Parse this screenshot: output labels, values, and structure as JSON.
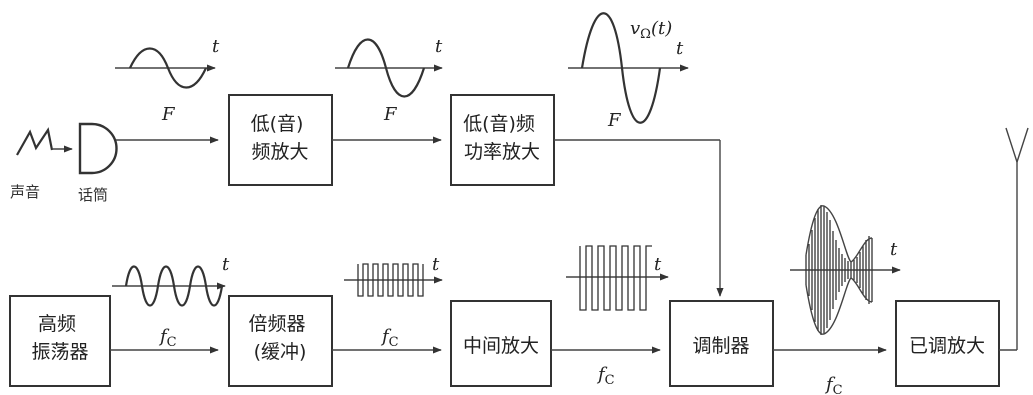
{
  "sources": {
    "sound_label": "声音",
    "microphone_label": "话筒"
  },
  "blocks": {
    "low_freq_amp": [
      "低(音)",
      "频放大"
    ],
    "low_freq_power_amp": [
      "低(音)频",
      "功率放大"
    ],
    "hf_oscillator": [
      "高频",
      "振荡器"
    ],
    "freq_multiplier": [
      "倍频器",
      "(缓冲)"
    ],
    "intermediate_amp": [
      "中间放大"
    ],
    "modulator": [
      "调制器"
    ],
    "modulated_amp": [
      "已调放大"
    ]
  },
  "signals": {
    "audio_freq": "F",
    "carrier_freq": "f",
    "carrier_sub": "C",
    "time_axis": "t",
    "audio_voltage": "v",
    "audio_voltage_sub": "Ω",
    "audio_voltage_arg": "(t)"
  }
}
